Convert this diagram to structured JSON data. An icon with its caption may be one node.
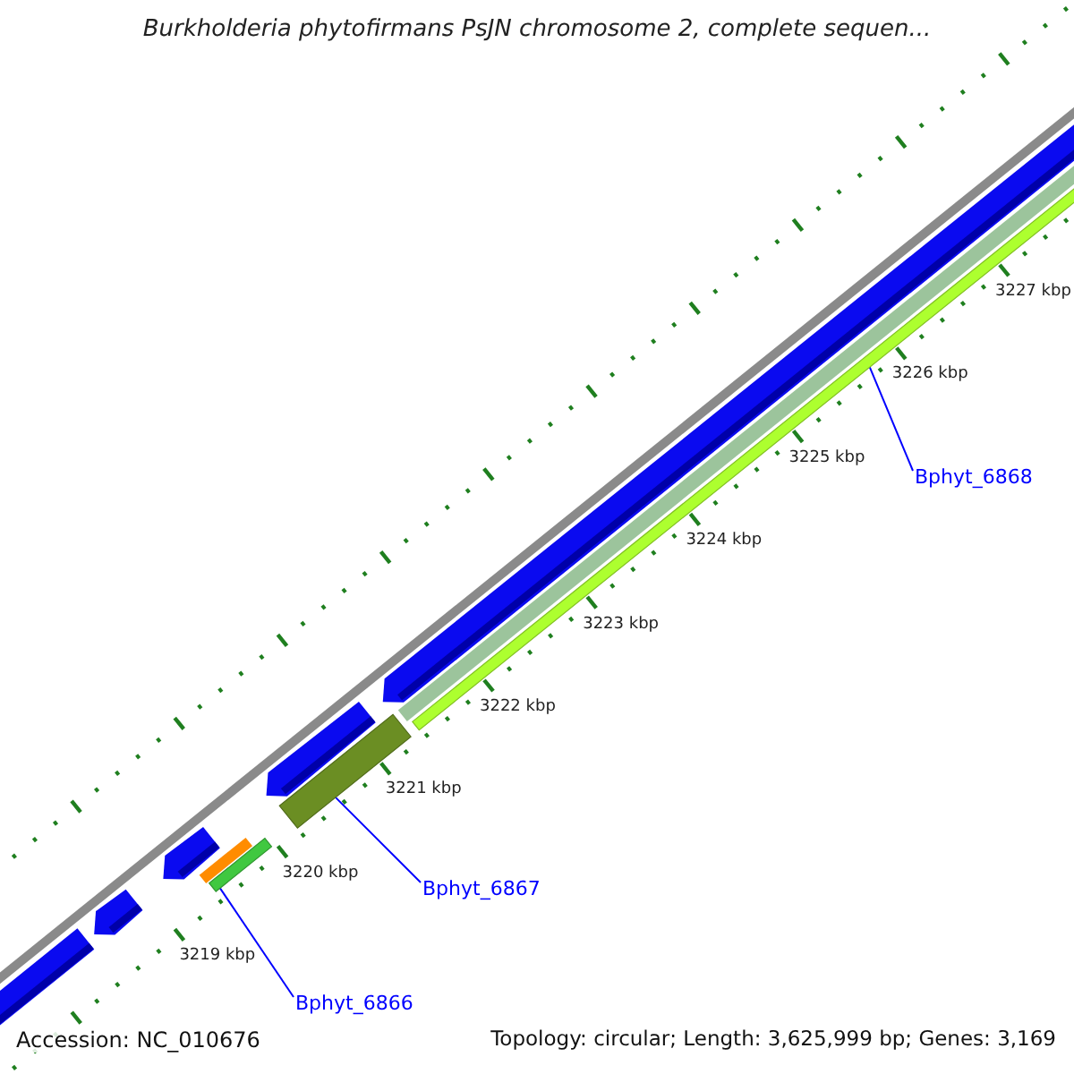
{
  "diagram": {
    "title": "Burkholderia phytofirmans PsJN chromosome 2, complete sequen...",
    "nodes": [
      {
        "text": [
          "Bphyt_6868"
        ]
      },
      {
        "text": [
          "Bphyt_6867"
        ]
      },
      {
        "text": [
          "Bphyt_6866"
        ]
      },
      {
        "text": [],
        "shape": "bar"
      },
      {
        "text": [],
        "shape": "bar"
      },
      {
        "text": [],
        "shape": "bar"
      }
    ],
    "edges": [
      {
        "from": 2,
        "to": 3,
        "arrow": "none"
      },
      {
        "from": 1,
        "to": 4,
        "arrow": "none"
      },
      {
        "from": 0,
        "to": 5,
        "arrow": "none"
      }
    ],
    "labels": [
      "3227 kbp",
      "3226 kbp",
      "3225 kbp",
      "3224 kbp",
      "3223 kbp",
      "3222 kbp",
      "3221 kbp",
      "3220 kbp",
      "3219 kbp",
      "Accession: NC_010676",
      "Topology: circular; Length: 3,625,999 bp; Genes: 3,169"
    ]
  }
}
